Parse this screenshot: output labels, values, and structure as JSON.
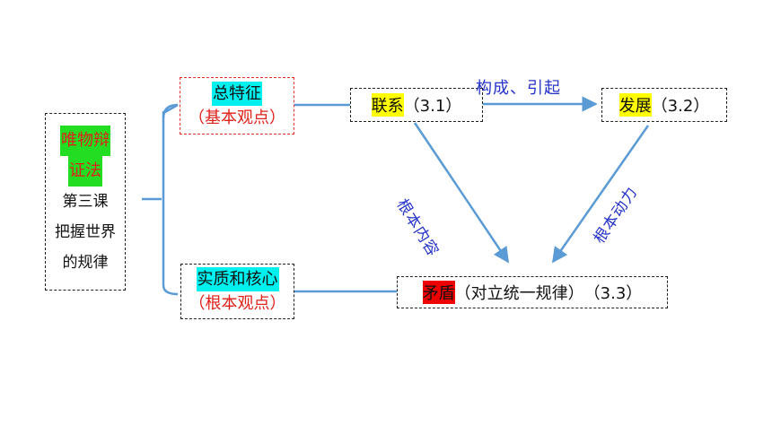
{
  "colors": {
    "accent_blue": "#2432c8",
    "line_blue": "#5b9bd5",
    "highlight_cyan": "#00f0f0",
    "highlight_yellow": "#ffff00",
    "highlight_green": "#22dd22",
    "highlight_red": "#ee0000"
  },
  "left_box": {
    "line1": "唯物辩",
    "line2": "证法",
    "line3": "第三课",
    "line4": "把握世界",
    "line5": "的规律"
  },
  "top_branch": {
    "title": "总特征",
    "subtitle": "（基本观点）"
  },
  "bottom_branch": {
    "title": "实质和核心",
    "subtitle": "（根本观点）"
  },
  "node_lianxi": {
    "term": "联系",
    "ref": "（3.1）"
  },
  "node_fazhan": {
    "term": "发展",
    "ref": "（3.2）"
  },
  "node_maodun": {
    "term": "矛盾",
    "desc": "（对立统一规律）",
    "ref": "（3.3）"
  },
  "edges": {
    "lianxi_to_fazhan": "构成、引起",
    "lianxi_to_maodun": "根本内容",
    "fazhan_to_maodun": "根本动力"
  }
}
